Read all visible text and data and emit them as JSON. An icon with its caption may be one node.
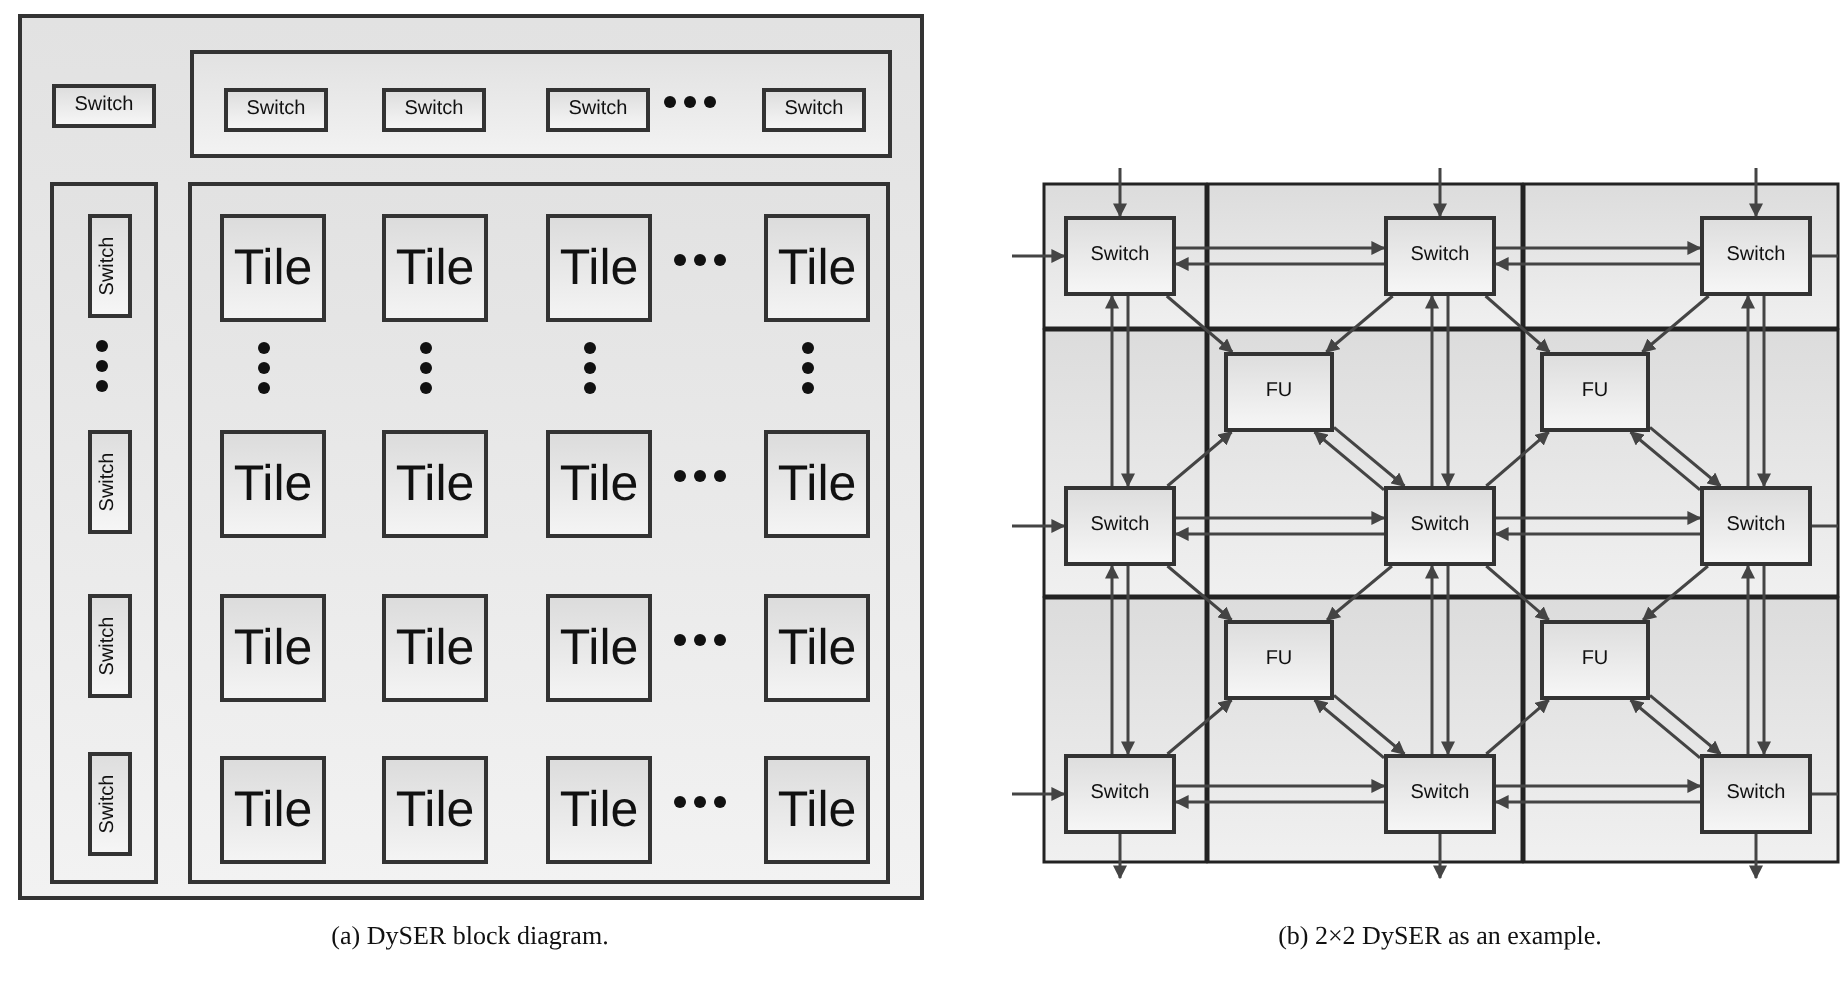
{
  "diagram": {
    "nodes": [
      {
        "text": [],
        "shape": "box"
      },
      {
        "text": [
          "Switch"
        ],
        "in": 0
      },
      {
        "text": [],
        "shape": "box",
        "in": 0
      },
      {
        "text": [
          "Switch"
        ],
        "in": 2
      },
      {
        "text": [
          "Switch"
        ],
        "in": 2
      },
      {
        "text": [
          "Switch"
        ],
        "in": 2
      },
      {
        "text": [
          "Switch"
        ],
        "in": 2
      },
      {
        "text": [],
        "shape": "box",
        "in": 0
      },
      {
        "text": [
          "Switch"
        ],
        "in": 7
      },
      {
        "text": [
          "Switch"
        ],
        "in": 7
      },
      {
        "text": [
          "Switch"
        ],
        "in": 7
      },
      {
        "text": [
          "Switch"
        ],
        "in": 7
      },
      {
        "text": [],
        "shape": "box",
        "in": 0
      },
      {
        "text": [
          "Tile"
        ],
        "in": 12
      },
      {
        "text": [
          "Tile"
        ],
        "in": 12
      },
      {
        "text": [
          "Tile"
        ],
        "in": 12
      },
      {
        "text": [
          "Tile"
        ],
        "in": 12
      },
      {
        "text": [
          "Tile"
        ],
        "in": 12
      },
      {
        "text": [
          "Tile"
        ],
        "in": 12
      },
      {
        "text": [
          "Tile"
        ],
        "in": 12
      },
      {
        "text": [
          "Tile"
        ],
        "in": 12
      },
      {
        "text": [
          "Tile"
        ],
        "in": 12
      },
      {
        "text": [
          "Tile"
        ],
        "in": 12
      },
      {
        "text": [
          "Tile"
        ],
        "in": 12
      },
      {
        "text": [
          "Tile"
        ],
        "in": 12
      },
      {
        "text": [
          "Tile"
        ],
        "in": 12
      },
      {
        "text": [
          "Tile"
        ],
        "in": 12
      },
      {
        "text": [
          "Tile"
        ],
        "in": 12
      },
      {
        "text": [
          "Tile"
        ],
        "in": 12
      },
      {
        "text": [
          "Switch"
        ]
      },
      {
        "text": [
          "Switch"
        ]
      },
      {
        "text": [
          "Switch"
        ]
      },
      {
        "text": [
          "Switch"
        ]
      },
      {
        "text": [
          "Switch"
        ]
      },
      {
        "text": [
          "Switch"
        ]
      },
      {
        "text": [
          "Switch"
        ]
      },
      {
        "text": [
          "Switch"
        ]
      },
      {
        "text": [
          "Switch"
        ]
      },
      {
        "text": [
          "FU"
        ]
      },
      {
        "text": [
          "FU"
        ]
      },
      {
        "text": [
          "FU"
        ]
      },
      {
        "text": [
          "FU"
        ]
      }
    ],
    "edges": [
      {
        "from": 29,
        "to": 30,
        "arrow": "to"
      },
      {
        "from": 30,
        "to": 29,
        "arrow": "to"
      },
      {
        "from": 30,
        "to": 31,
        "arrow": "to"
      },
      {
        "from": 31,
        "to": 30,
        "arrow": "to"
      },
      {
        "from": 32,
        "to": 33,
        "arrow": "to"
      },
      {
        "from": 33,
        "to": 32,
        "arrow": "to"
      },
      {
        "from": 33,
        "to": 34,
        "arrow": "to"
      },
      {
        "from": 34,
        "to": 33,
        "arrow": "to"
      },
      {
        "from": 35,
        "to": 36,
        "arrow": "to"
      },
      {
        "from": 36,
        "to": 35,
        "arrow": "to"
      },
      {
        "from": 36,
        "to": 37,
        "arrow": "to"
      },
      {
        "from": 37,
        "to": 36,
        "arrow": "to"
      },
      {
        "from": 29,
        "to": 32,
        "arrow": "to"
      },
      {
        "from": 32,
        "to": 29,
        "arrow": "to"
      },
      {
        "from": 32,
        "to": 35,
        "arrow": "to"
      },
      {
        "from": 35,
        "to": 32,
        "arrow": "to"
      },
      {
        "from": 30,
        "to": 33,
        "arrow": "to"
      },
      {
        "from": 33,
        "to": 30,
        "arrow": "to"
      },
      {
        "from": 33,
        "to": 36,
        "arrow": "to"
      },
      {
        "from": 36,
        "to": 33,
        "arrow": "to"
      },
      {
        "from": 31,
        "to": 34,
        "arrow": "to"
      },
      {
        "from": 34,
        "to": 31,
        "arrow": "to"
      },
      {
        "from": 34,
        "to": 37,
        "arrow": "to"
      },
      {
        "from": 37,
        "to": 34,
        "arrow": "to"
      },
      {
        "from": 29,
        "to": 38,
        "arrow": "to"
      },
      {
        "from": 30,
        "to": 38,
        "arrow": "to"
      },
      {
        "from": 32,
        "to": 38,
        "arrow": "to"
      },
      {
        "from": 38,
        "to": 33,
        "arrow": "to"
      },
      {
        "from": 33,
        "to": 38,
        "arrow": "to"
      },
      {
        "from": 30,
        "to": 39,
        "arrow": "to"
      },
      {
        "from": 31,
        "to": 39,
        "arrow": "to"
      },
      {
        "from": 33,
        "to": 39,
        "arrow": "to"
      },
      {
        "from": 39,
        "to": 34,
        "arrow": "to"
      },
      {
        "from": 34,
        "to": 39,
        "arrow": "to"
      },
      {
        "from": 32,
        "to": 40,
        "arrow": "to"
      },
      {
        "from": 33,
        "to": 40,
        "arrow": "to"
      },
      {
        "from": 35,
        "to": 40,
        "arrow": "to"
      },
      {
        "from": 40,
        "to": 36,
        "arrow": "to"
      },
      {
        "from": 36,
        "to": 40,
        "arrow": "to"
      },
      {
        "from": 33,
        "to": 41,
        "arrow": "to"
      },
      {
        "from": 34,
        "to": 41,
        "arrow": "to"
      },
      {
        "from": 36,
        "to": 41,
        "arrow": "to"
      },
      {
        "from": 41,
        "to": 37,
        "arrow": "to"
      },
      {
        "from": 37,
        "to": 41,
        "arrow": "to"
      },
      {
        "from": null,
        "to": 29,
        "arrow": "to"
      },
      {
        "from": null,
        "to": 30,
        "arrow": "to"
      },
      {
        "from": null,
        "to": 31,
        "arrow": "to"
      },
      {
        "from": null,
        "to": 29,
        "arrow": "to"
      },
      {
        "from": null,
        "to": 32,
        "arrow": "to"
      },
      {
        "from": null,
        "to": 35,
        "arrow": "to"
      },
      {
        "from": 35,
        "to": null,
        "arrow": "to"
      },
      {
        "from": 36,
        "to": null,
        "arrow": "to"
      },
      {
        "from": 37,
        "to": null,
        "arrow": "to"
      },
      {
        "from": 31,
        "to": null,
        "arrow": "none"
      },
      {
        "from": 34,
        "to": null,
        "arrow": "none"
      },
      {
        "from": 37,
        "to": null,
        "arrow": "none"
      }
    ],
    "labels": [
      "(a) DySER block diagram.",
      "(b) 2×2 DySER as an example."
    ]
  }
}
